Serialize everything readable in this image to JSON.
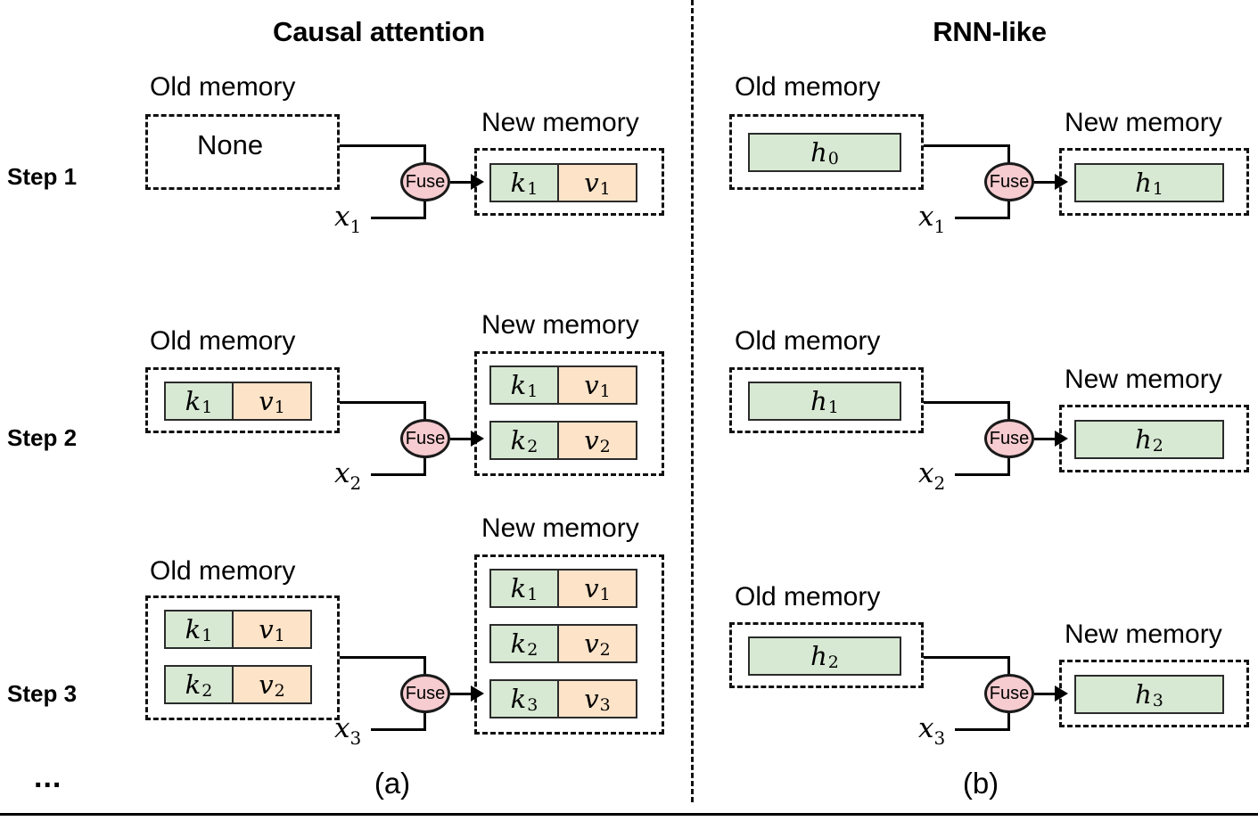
{
  "figure": {
    "panels": [
      {
        "id": "a",
        "title": "Causal attention",
        "subcaption": "(a)"
      },
      {
        "id": "b",
        "title": "RNN-like",
        "subcaption": "(b)"
      }
    ],
    "step_labels": [
      "Step 1",
      "Step 2",
      "Step 3"
    ],
    "ellipsis": "...",
    "labels": {
      "old_memory": "Old memory",
      "new_memory": "New memory",
      "none": "None",
      "fuse": "Fuse"
    },
    "colors": {
      "key_cell": "#d7e8d3",
      "value_cell": "#fde3c8",
      "hidden_cell": "#d7e8d3",
      "fuse_node": "#f6ccd0",
      "stroke": "#000000",
      "background": "#ffffff"
    },
    "causal": {
      "step1": {
        "old_memory": [
          "None"
        ],
        "input": "x",
        "input_sub": "1",
        "new_memory": [
          {
            "k": "k",
            "k_sub": "1",
            "v": "v",
            "v_sub": "1"
          }
        ]
      },
      "step2": {
        "old_memory": [
          {
            "k": "k",
            "k_sub": "1",
            "v": "v",
            "v_sub": "1"
          }
        ],
        "input": "x",
        "input_sub": "2",
        "new_memory": [
          {
            "k": "k",
            "k_sub": "1",
            "v": "v",
            "v_sub": "1"
          },
          {
            "k": "k",
            "k_sub": "2",
            "v": "v",
            "v_sub": "2"
          }
        ]
      },
      "step3": {
        "old_memory": [
          {
            "k": "k",
            "k_sub": "1",
            "v": "v",
            "v_sub": "1"
          },
          {
            "k": "k",
            "k_sub": "2",
            "v": "v",
            "v_sub": "2"
          }
        ],
        "input": "x",
        "input_sub": "3",
        "new_memory": [
          {
            "k": "k",
            "k_sub": "1",
            "v": "v",
            "v_sub": "1"
          },
          {
            "k": "k",
            "k_sub": "2",
            "v": "v",
            "v_sub": "2"
          },
          {
            "k": "k",
            "k_sub": "3",
            "v": "v",
            "v_sub": "3"
          }
        ]
      }
    },
    "rnn": {
      "step1": {
        "old_memory": [
          {
            "h": "h",
            "h_sub": "0"
          }
        ],
        "input": "x",
        "input_sub": "1",
        "new_memory": [
          {
            "h": "h",
            "h_sub": "1"
          }
        ]
      },
      "step2": {
        "old_memory": [
          {
            "h": "h",
            "h_sub": "1"
          }
        ],
        "input": "x",
        "input_sub": "2",
        "new_memory": [
          {
            "h": "h",
            "h_sub": "2"
          }
        ]
      },
      "step3": {
        "old_memory": [
          {
            "h": "h",
            "h_sub": "2"
          }
        ],
        "input": "x",
        "input_sub": "3",
        "new_memory": [
          {
            "h": "h",
            "h_sub": "3"
          }
        ]
      }
    }
  }
}
